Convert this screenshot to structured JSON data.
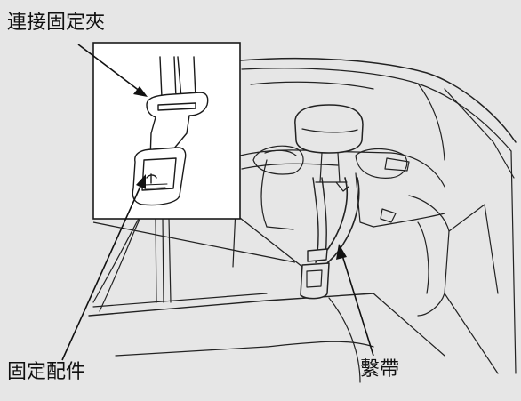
{
  "labels": {
    "tether_clip": "連接固定夾",
    "anchor_fitting": "固定配件",
    "tether_strap": "繫帶"
  },
  "colors": {
    "background": "#e6e6e6",
    "inset_background": "#ffffff",
    "line": "#1a1a1a"
  }
}
